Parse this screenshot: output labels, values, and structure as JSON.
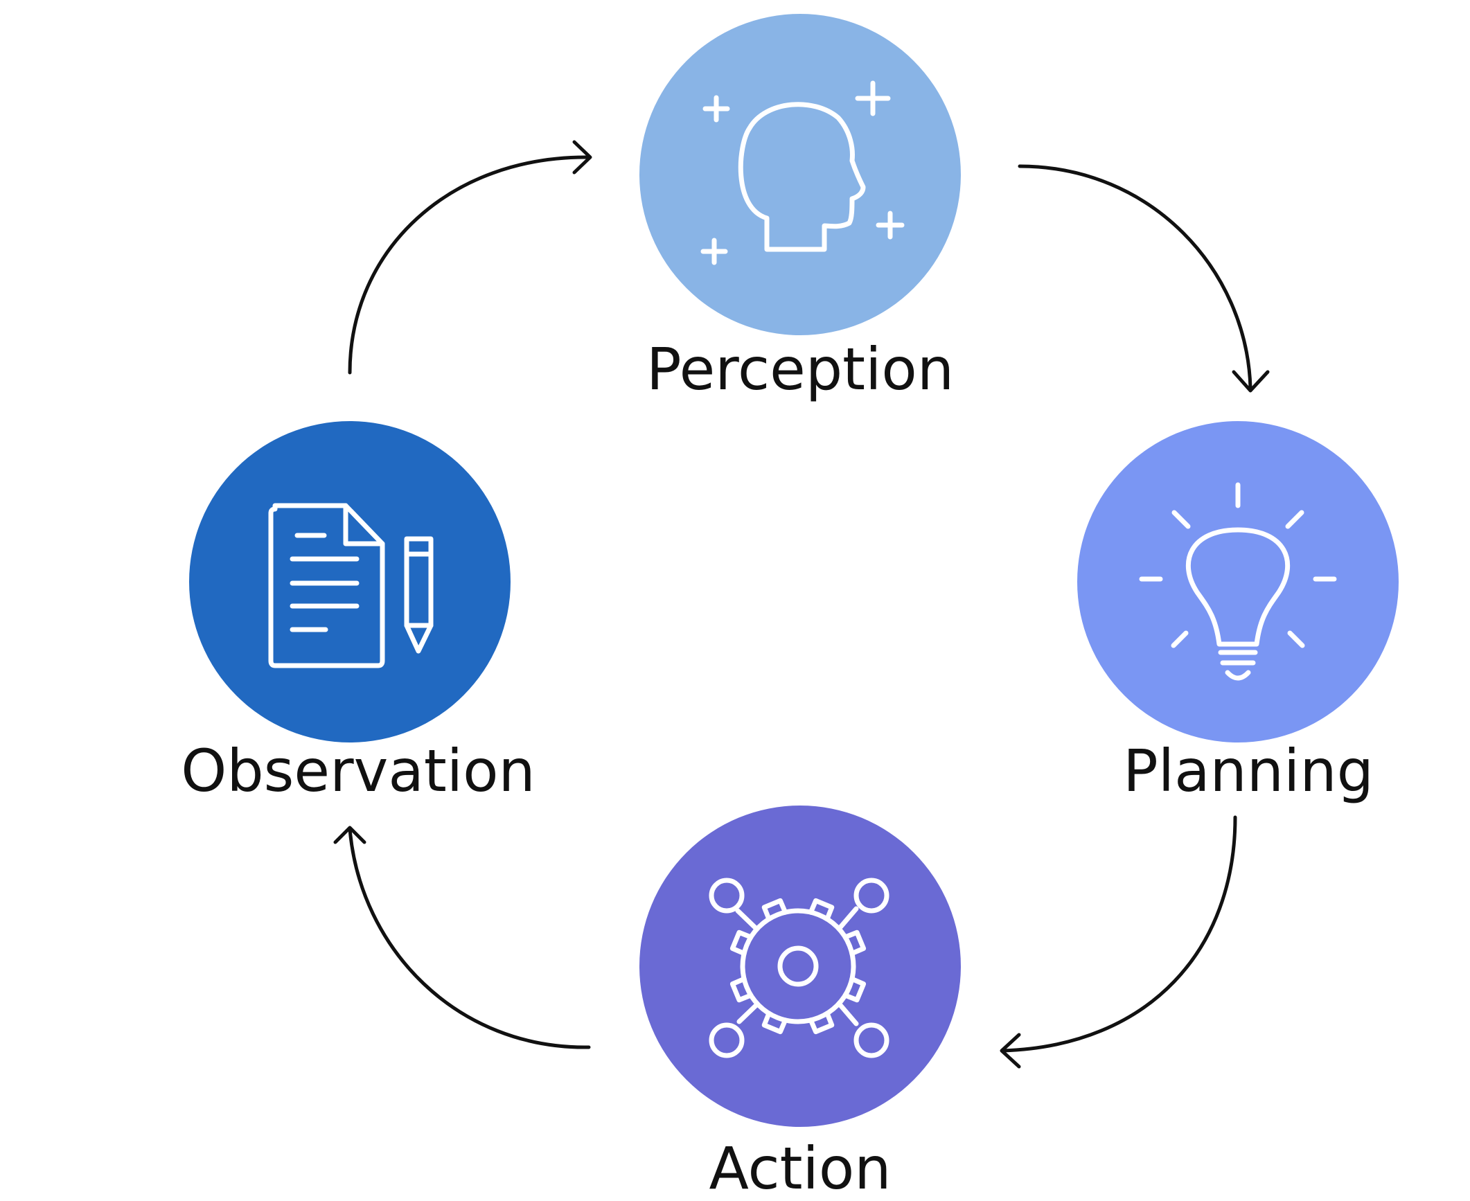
{
  "nodes": [
    {
      "id": "perception",
      "label": "Perception",
      "color": "#89b4e6",
      "icon": "head-sparkles-icon"
    },
    {
      "id": "planning",
      "label": "Planning",
      "color": "#7a96f3",
      "icon": "lightbulb-icon"
    },
    {
      "id": "action",
      "label": "Action",
      "color": "#6a6ad4",
      "icon": "gear-network-icon"
    },
    {
      "id": "observation",
      "label": "Observation",
      "color": "#2169c1",
      "icon": "document-pencil-icon"
    }
  ],
  "edges": [
    {
      "from": "perception",
      "to": "planning"
    },
    {
      "from": "planning",
      "to": "action"
    },
    {
      "from": "action",
      "to": "observation"
    },
    {
      "from": "observation",
      "to": "perception"
    }
  ]
}
